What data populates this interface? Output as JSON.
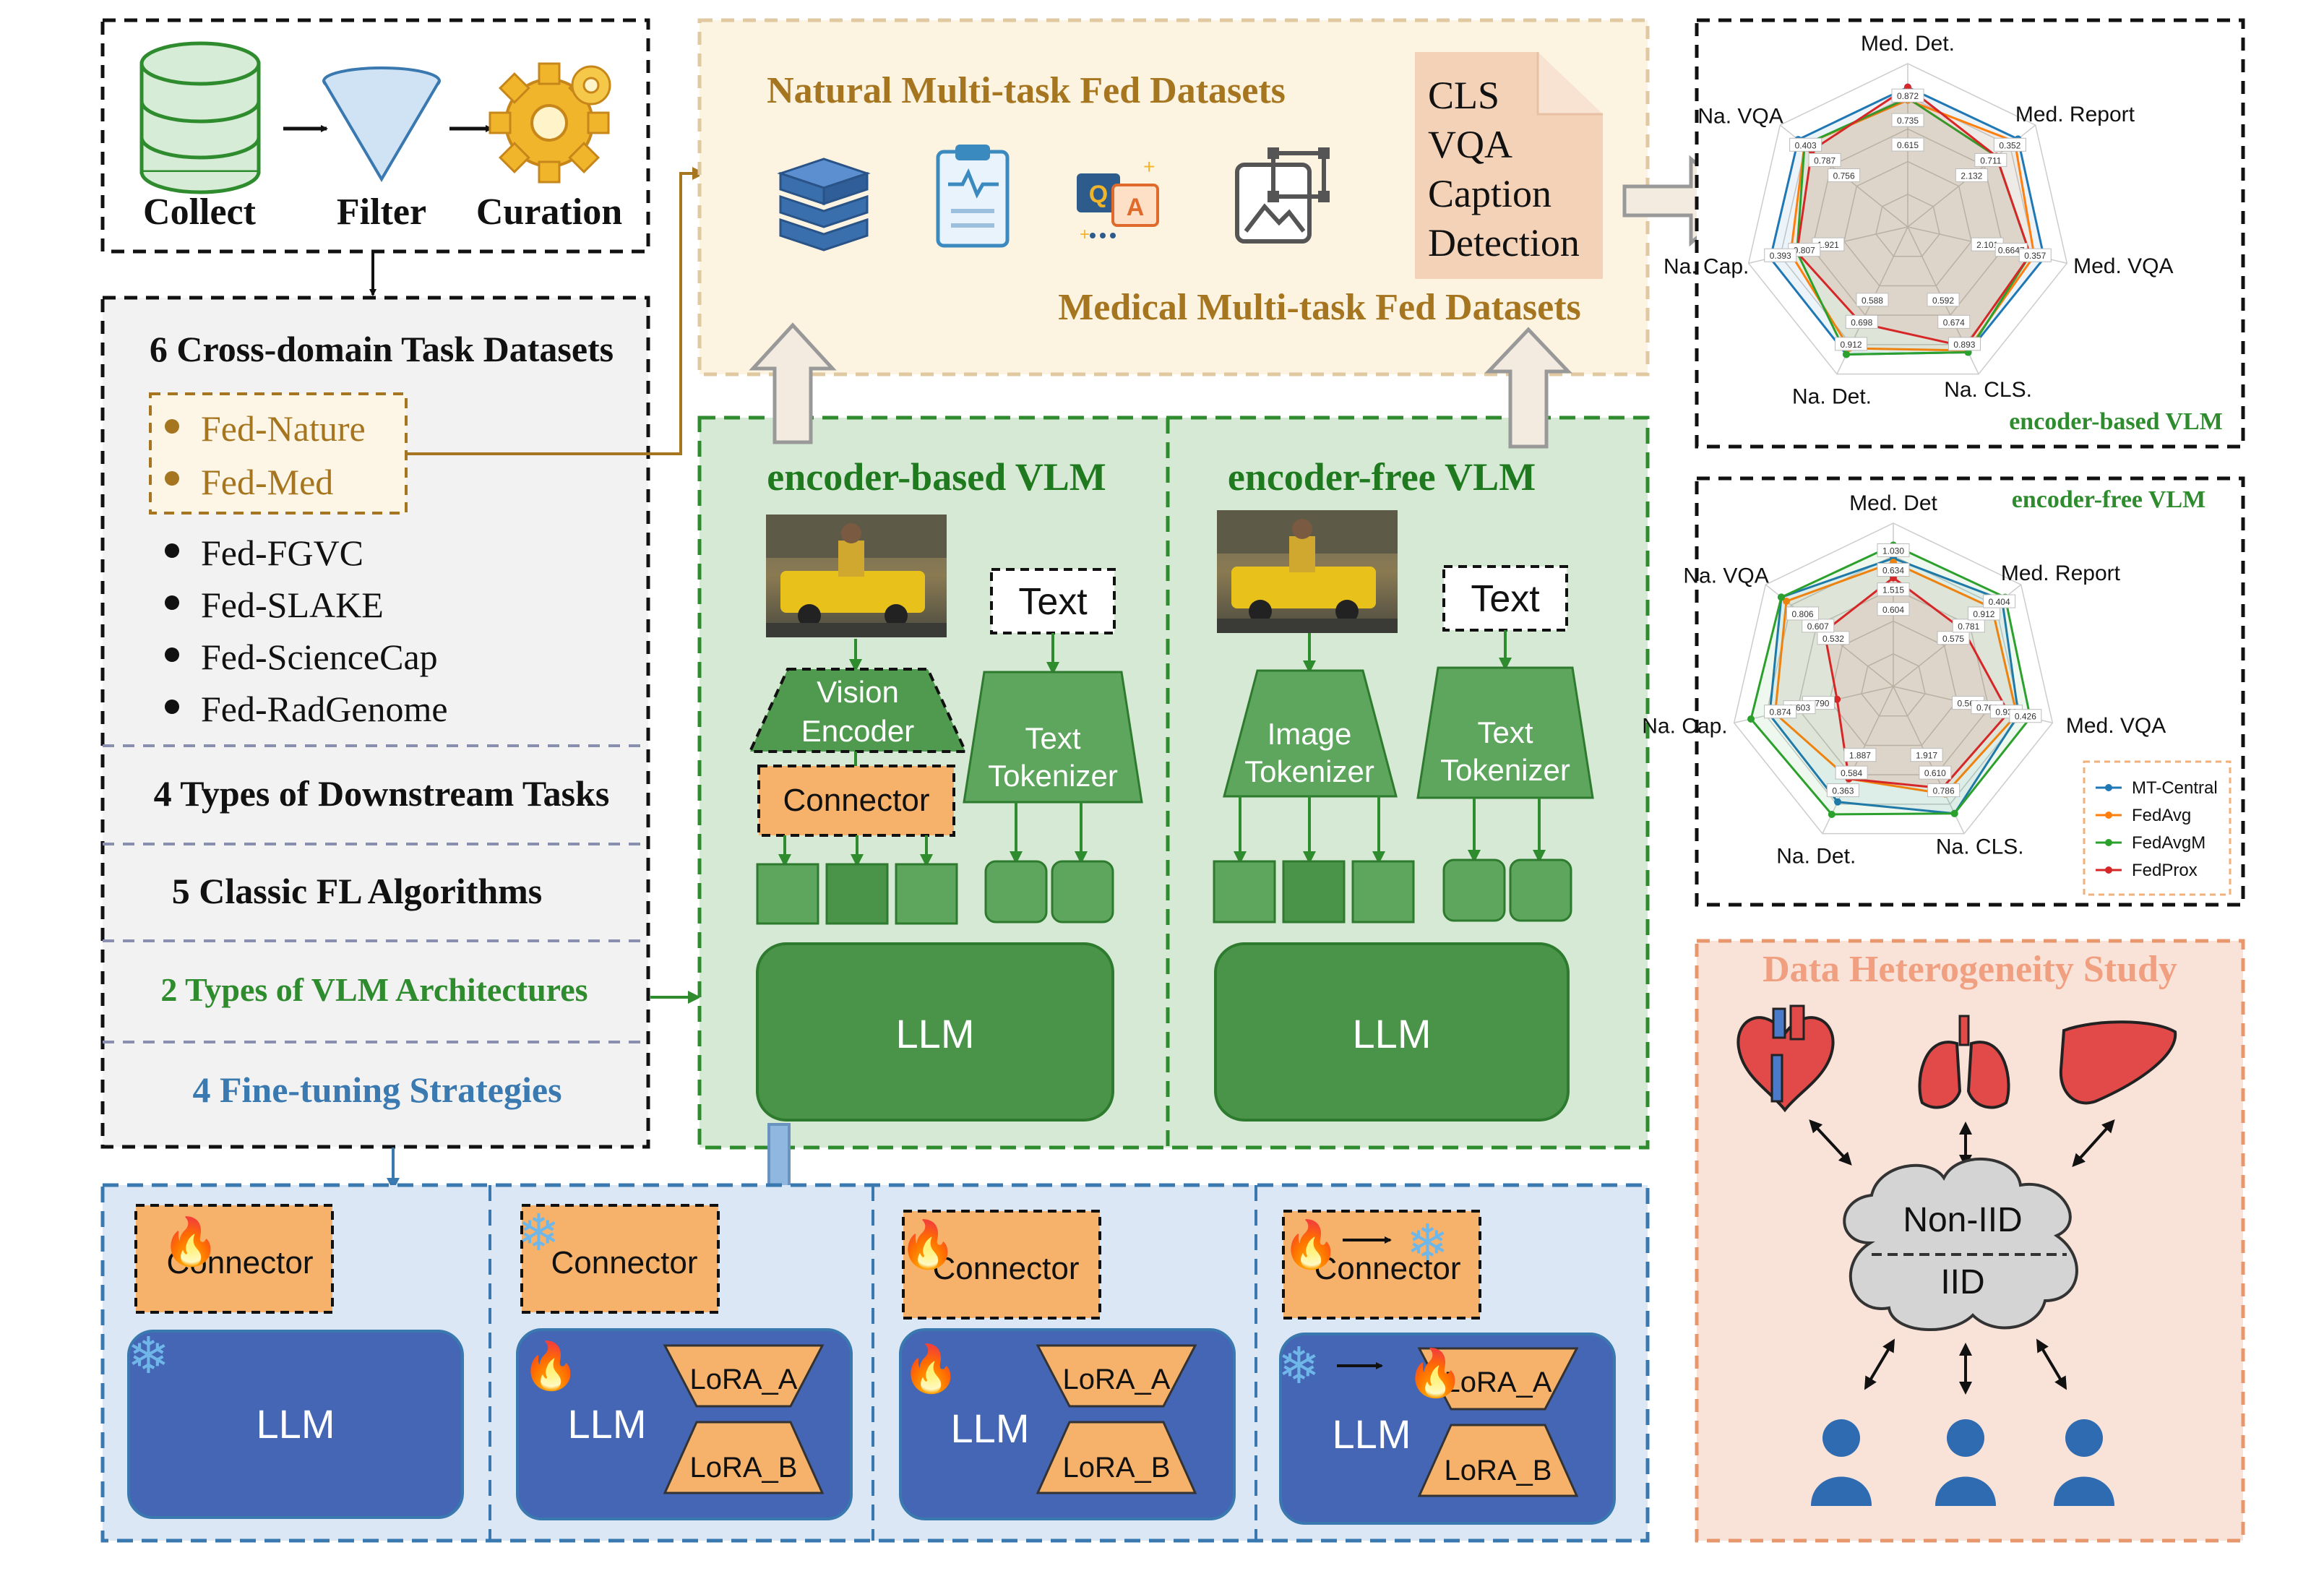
{
  "pipeline": {
    "collect": "Collect",
    "filter": "Filter",
    "curation": "Curation"
  },
  "datasets_box": {
    "title": "6 Cross-domain Task Datasets",
    "highlighted": [
      "Fed-Nature",
      "Fed-Med"
    ],
    "others": [
      "Fed-FGVC",
      "Fed-SLAKE",
      "Fed-ScienceCap",
      "Fed-RadGenome"
    ],
    "downstream": "4 Types of Downstream Tasks",
    "fl_algorithms": "5 Classic FL Algorithms",
    "vlm_arch": "2 Types of VLM Architectures",
    "finetune": "4 Fine-tuning Strategies"
  },
  "fed_datasets": {
    "natural_title": "Natural Multi-task Fed Datasets",
    "medical_title": "Medical Multi-task Fed Datasets",
    "tasks": [
      "CLS",
      "VQA",
      "Caption",
      "Detection"
    ]
  },
  "encoder_based": {
    "title": "encoder-based VLM",
    "text": "Text",
    "vision_encoder": [
      "Vision",
      "Encoder"
    ],
    "text_tokenizer": [
      "Text",
      "Tokenizer"
    ],
    "connector": "Connector",
    "llm": "LLM"
  },
  "encoder_free": {
    "title": "encoder-free VLM",
    "text": "Text",
    "image_tokenizer": [
      "Image",
      "Tokenizer"
    ],
    "text_tokenizer": [
      "Text",
      "Tokenizer"
    ],
    "llm": "LLM"
  },
  "finetune_panels": [
    {
      "connector": "Connector",
      "llm": "LLM"
    },
    {
      "connector": "Connector",
      "llm": "LLM",
      "lora_a": "LoRA_A",
      "lora_b": "LoRA_B"
    },
    {
      "connector": "Connector",
      "llm": "LLM",
      "lora_a": "LoRA_A",
      "lora_b": "LoRA_B"
    },
    {
      "connector": "Connector",
      "llm": "LLM",
      "lora_a": "LoRA_A",
      "lora_b": "LoRA_B"
    }
  ],
  "heterogeneity": {
    "title": "Data Heterogeneity Study",
    "non_iid": "Non-IID",
    "iid": "IID"
  },
  "colors": {
    "mt_central": "#1f77b4",
    "fedavg": "#ff7f0e",
    "fedavgm": "#2ca02c",
    "fedprox": "#d62728"
  },
  "chart_data": [
    {
      "type": "radar",
      "title": "encoder-based VLM",
      "axes": [
        "Med. Det.",
        "Med. Report",
        "Med. VQA",
        "Na. CLS.",
        "Na. Det.",
        "Na. Cap.",
        "Na. VQA"
      ],
      "series": [
        {
          "name": "MT-Central",
          "values": [
            0.615,
            2.132,
            0.698,
            0.912,
            0.403,
            0.872,
            0.756
          ]
        },
        {
          "name": "FedAvg",
          "values": [
            0.588,
            2.101,
            0.674,
            0.906,
            0.393,
            0.807,
            0.735
          ]
        },
        {
          "name": "FedAvgM",
          "values": [
            0.592,
            1.921,
            0.664,
            0.912,
            0.403,
            0.787,
            0.735
          ]
        },
        {
          "name": "FedProx",
          "values": [
            0.615,
            1.921,
            0.664,
            0.893,
            0.352,
            0.787,
            0.711
          ]
        }
      ],
      "value_labels": [
        "0.615",
        "2.132",
        "2.101",
        "0.592",
        "0.588",
        "1.921",
        "0.756",
        "0.735",
        "0.711",
        "0.6647",
        "0.674",
        "0.698",
        "0.807",
        "0.787",
        "0.872",
        "0.352",
        "0.357",
        "0.893",
        "0.912",
        "0.393",
        "0.403"
      ]
    },
    {
      "type": "radar",
      "title": "encoder-free VLM",
      "axes": [
        "Med. Det",
        "Med. Report",
        "Med. VQA",
        "Na. CLS.",
        "Na. Det.",
        "Na. Cap.",
        "Na. VQA"
      ],
      "series": [
        {
          "name": "MT-Central",
          "values": [
            0.575,
            1.887,
            0.607,
            0.874,
            0.404,
            0.939,
            0.781
          ]
        },
        {
          "name": "FedAvg",
          "values": [
            0.566,
            1.79,
            0.603,
            0.806,
            0.363,
            0.912,
            0.761
          ]
        },
        {
          "name": "FedAvgM",
          "values": [
            0.604,
            1.917,
            0.634,
            0.874,
            0.426,
            1.03,
            0.781
          ]
        },
        {
          "name": "FedProx",
          "values": [
            0.532,
            1.515,
            0.584,
            0.786,
            0.363,
            0.61,
            0.61
          ]
        }
      ],
      "value_labels": [
        "0.604",
        "0.575",
        "0.566",
        "1.917",
        "1.887",
        "1.790",
        "0.532",
        "1.515",
        "0.781",
        "0.761",
        "0.610",
        "0.584",
        "0.603",
        "0.607",
        "0.634",
        "0.912",
        "0.939",
        "0.786",
        "0.363",
        "0.874",
        "0.806",
        "1.030",
        "0.404",
        "0.426"
      ],
      "legend": [
        "MT-Central",
        "FedAvg",
        "FedAvgM",
        "FedProx"
      ]
    }
  ]
}
